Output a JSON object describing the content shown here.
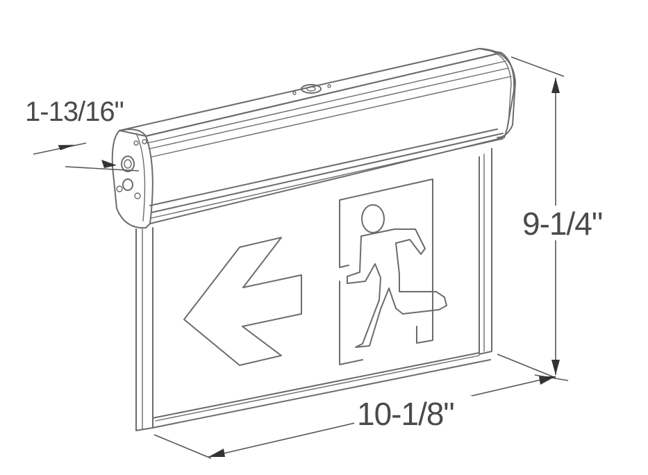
{
  "dimensions": {
    "depth": "1-13/16\"",
    "height": "9-1/4\"",
    "width": "10-1/8\""
  },
  "colors": {
    "line": "#6b6b6b",
    "text": "#4a4a4a",
    "background": "#ffffff"
  },
  "icons": {
    "arrow": "left-arrow-icon",
    "running_man": "running-man-exit-icon"
  }
}
